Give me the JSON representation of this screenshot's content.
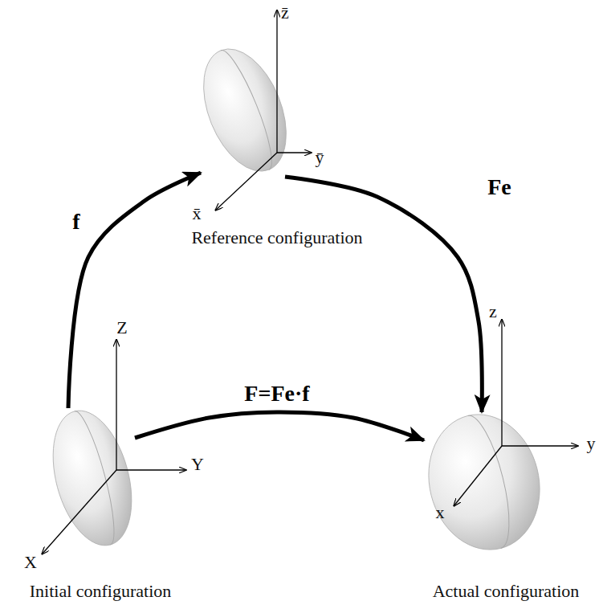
{
  "diagram": {
    "nodes": [
      {
        "text": [
          "Reference configuration"
        ]
      },
      {
        "text": [
          "Initial configuration"
        ]
      },
      {
        "text": [
          "Actual configuration"
        ]
      }
    ],
    "edges": [
      {
        "from": 1,
        "to": 0,
        "arrow": "to",
        "label": "f"
      },
      {
        "from": 0,
        "to": 2,
        "arrow": "to",
        "label": "Fe"
      },
      {
        "from": 1,
        "to": 2,
        "arrow": "to",
        "label": "F=Fe·f"
      }
    ],
    "labels": [
      "z̄",
      "ȳ",
      "x̄",
      "Z",
      "Y",
      "X",
      "z",
      "y",
      "x"
    ]
  }
}
